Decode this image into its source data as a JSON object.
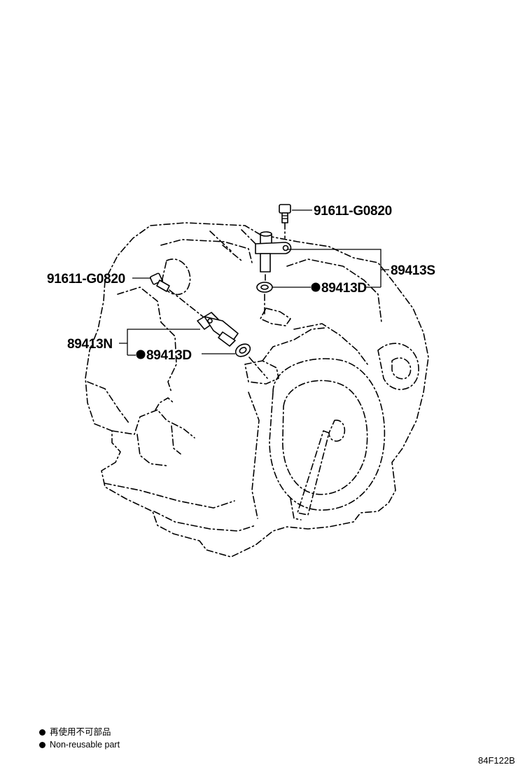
{
  "callouts": {
    "bolt_top": "91611-G0820",
    "bolt_left": "91611-G0820",
    "sensor_right": "89413S",
    "sensor_left": "89413N",
    "oring_right": "89413D",
    "oring_left": "89413D"
  },
  "legend": {
    "line_jp": "再使用不可部品",
    "line_en": "Non-reusable part"
  },
  "figure_code": "84F122B",
  "colors": {
    "ink": "#000000",
    "background": "#ffffff"
  }
}
